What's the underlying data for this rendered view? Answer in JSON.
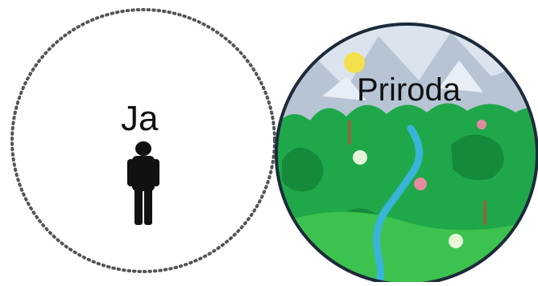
{
  "diagram": {
    "self_circle": {
      "label": "Ja",
      "icon": "person-icon",
      "border": "dotted",
      "border_color": "#555555"
    },
    "nature_circle": {
      "label": "Priroda",
      "icon": "landscape-illustration",
      "border_color": "#1c2a3a",
      "colors": {
        "sky": "#d9e3ee",
        "mountains": "#b9c6d6",
        "forest": "#1fa84a",
        "forest_dark": "#158a3a",
        "meadow": "#3cc24e",
        "river": "#39b4d8",
        "sun": "#f4e04d"
      }
    }
  }
}
